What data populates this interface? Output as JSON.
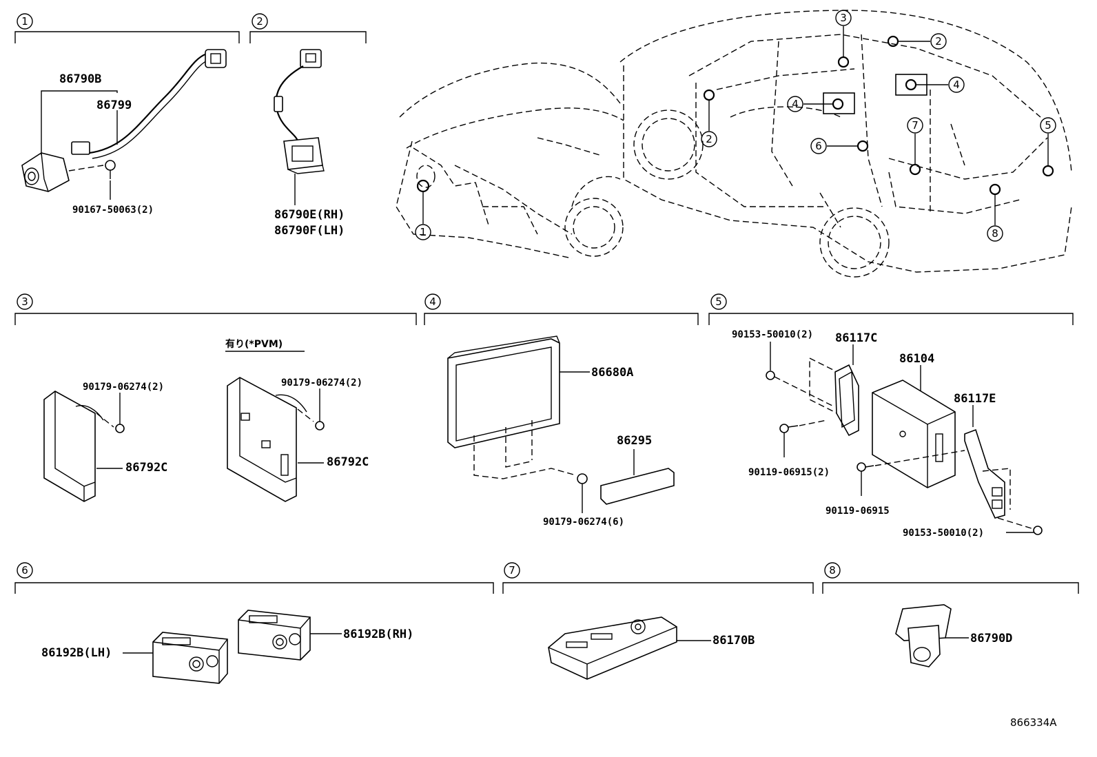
{
  "sections": {
    "s1": {
      "num": "1",
      "parts": {
        "camera_assy": "86790B",
        "cable": "86799",
        "screw": "90167-50063(2)"
      }
    },
    "s2": {
      "num": "2",
      "parts": {
        "camera_rh": "86790E(RH)",
        "camera_lh": "86790F(LH)"
      }
    },
    "s3": {
      "num": "3",
      "note": "有り(*PVM)",
      "parts": {
        "ecu_a": "86792C",
        "nut_a": "90179-06274(2)",
        "ecu_b": "86792C",
        "nut_b": "90179-06274(2)"
      }
    },
    "s4": {
      "num": "4",
      "parts": {
        "display": "86680A",
        "cover": "86295",
        "nut": "90179-06274(6)"
      }
    },
    "s5": {
      "num": "5",
      "parts": {
        "screw_top": "90153-50010(2)",
        "bracket_l": "86117C",
        "receiver": "86104",
        "bracket_r": "86117E",
        "bolt_a": "90119-06915(2)",
        "bolt_b": "90119-06915",
        "screw_bottom": "90153-50010(2)"
      }
    },
    "s6": {
      "num": "6",
      "parts": {
        "jack_lh": "86192B(LH)",
        "jack_rh": "86192B(RH)"
      }
    },
    "s7": {
      "num": "7",
      "parts": {
        "remote": "86170B"
      }
    },
    "s8": {
      "num": "8",
      "parts": {
        "camera": "86790D"
      }
    }
  },
  "vehicle_callouts": [
    "1",
    "2",
    "2",
    "3",
    "4",
    "4",
    "5",
    "6",
    "7",
    "8"
  ],
  "diagram_id": "866334A"
}
